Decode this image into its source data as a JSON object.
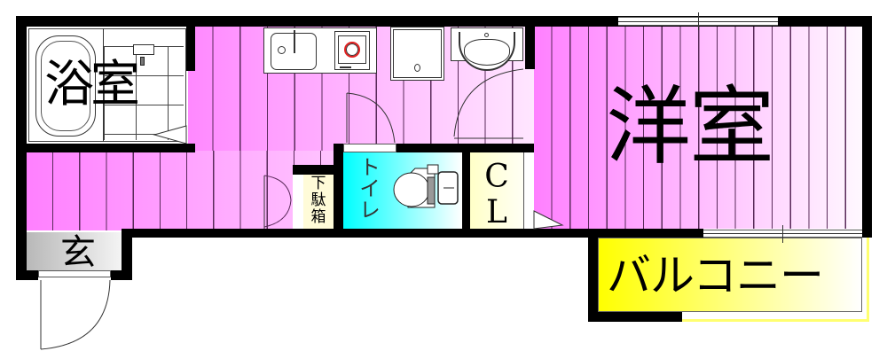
{
  "floor_plan": {
    "type": "1K apartment floor plan",
    "rooms": [
      {
        "id": "bathroom",
        "label": "浴室",
        "color": "#ffffff"
      },
      {
        "id": "western_room",
        "label": "洋室",
        "color": "#ff80ff"
      },
      {
        "id": "toilet",
        "label": "トイレ",
        "color": "#00ffff"
      },
      {
        "id": "closet",
        "label": "CL",
        "label_lines": [
          "C",
          "L"
        ],
        "color": "#ffffd0"
      },
      {
        "id": "shoe_cabinet",
        "label": "下駄箱",
        "label_lines": [
          "下",
          "駄",
          "箱"
        ],
        "color": "#fffbd8"
      },
      {
        "id": "entrance",
        "label": "玄",
        "color": "#c8c8c8"
      },
      {
        "id": "balcony",
        "label": "バルコニー",
        "color": "#ffff00"
      },
      {
        "id": "kitchen_hall",
        "label": "",
        "color": "#ff88ff"
      }
    ],
    "fixtures": [
      "bathtub",
      "shower",
      "kitchen-sink",
      "ih-stove",
      "washing-machine-pan",
      "washbasin",
      "toilet-bowl"
    ],
    "colors": {
      "wall": "#000000",
      "floor_pink_dark": "#ff80ff",
      "floor_pink_light": "#fff4ff",
      "toilet_cyan": "#00ffff",
      "balcony_yellow": "#ffff00",
      "entrance_gray": "#c0c0c0",
      "stove_ring": "#e02020"
    }
  }
}
